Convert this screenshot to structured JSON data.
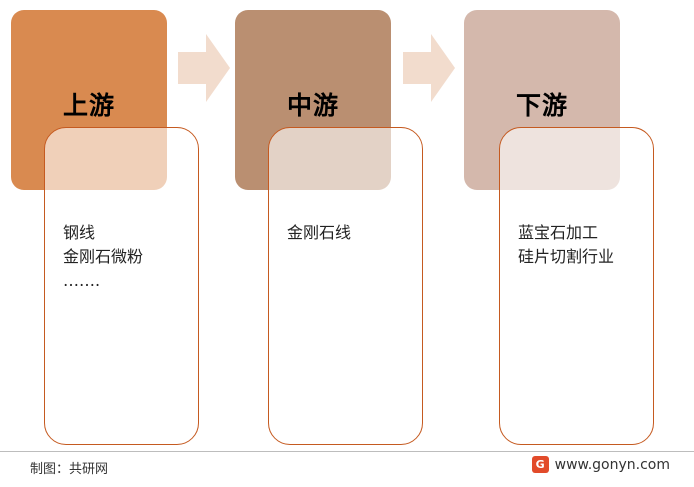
{
  "diagram": {
    "stages": [
      {
        "title": "上游",
        "items": [
          "钢线",
          "金刚石微粉",
          "……."
        ]
      },
      {
        "title": "中游",
        "items": [
          "金刚石线"
        ]
      },
      {
        "title": "下游",
        "items": [
          "蓝宝石加工",
          "硅片切割行业"
        ]
      }
    ],
    "colors": {
      "upstream": "#d98a50",
      "midstream": "#ba8f71",
      "downstream": "#d4b8ac",
      "arrow": "#f2dccd",
      "content_border": "#c55a20"
    }
  },
  "footer": {
    "source": "制图：共研网",
    "website": "www.gonyn.com",
    "logo_icon": "gonyn-logo-icon",
    "logo_letter": "G"
  }
}
